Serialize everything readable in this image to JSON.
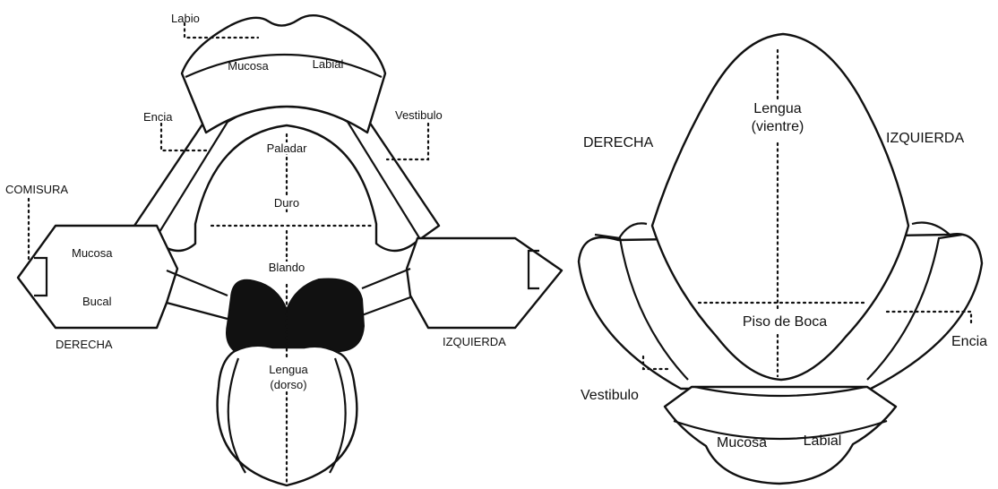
{
  "left_diagram": {
    "labio": "Labio",
    "mucosa": "Mucosa",
    "labial": "Labial",
    "encia": "Encia",
    "vestibulo": "Vestibulo",
    "paladar": "Paladar",
    "duro": "Duro",
    "blando": "Blando",
    "comisura": "COMISURA",
    "mucosa_bucal_1": "Mucosa",
    "mucosa_bucal_2": "Bucal",
    "derecha": "DERECHA",
    "izquierda": "IZQUIERDA",
    "lengua": "Lengua",
    "dorso": "(dorso)"
  },
  "right_diagram": {
    "derecha": "DERECHA",
    "izquierda": "IZQUIERDA",
    "lengua": "Lengua",
    "vientre": "(vientre)",
    "piso": "Piso de Boca",
    "encia": "Encia",
    "vestibulo": "Vestibulo",
    "mucosa": "Mucosa",
    "labial": "Labial"
  }
}
